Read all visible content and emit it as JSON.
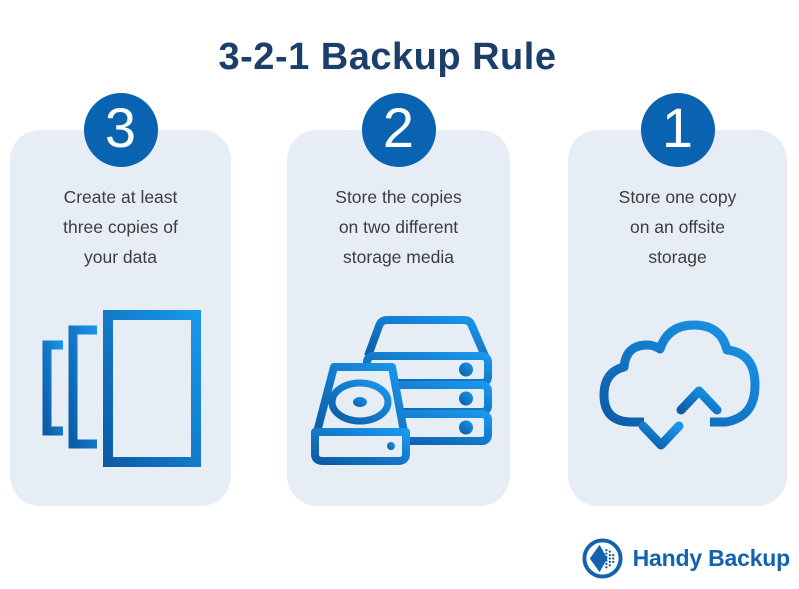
{
  "title": "3-2-1 Backup Rule",
  "cards": [
    {
      "number": "3",
      "lines": [
        "Create at least",
        "three copies of",
        "your data"
      ],
      "icon": "copies-icon"
    },
    {
      "number": "2",
      "lines": [
        "Store the copies",
        "on two different",
        "storage media"
      ],
      "icon": "storage-media-icon"
    },
    {
      "number": "1",
      "lines": [
        "Store one copy",
        "on an offsite",
        "storage"
      ],
      "icon": "cloud-transfer-icon"
    }
  ],
  "footer": {
    "brand": "Handy Backup"
  },
  "colors": {
    "title_navy": "#1c3e6b",
    "badge_blue": "#0a63b1",
    "card_background": "#e6edf5",
    "description_text": "#3d3d3d",
    "icon_gradient_start": "#0c5ca6",
    "icon_gradient_end": "#1a97ec",
    "brand_blue": "#1262ad",
    "page_background": "#ffffff"
  }
}
